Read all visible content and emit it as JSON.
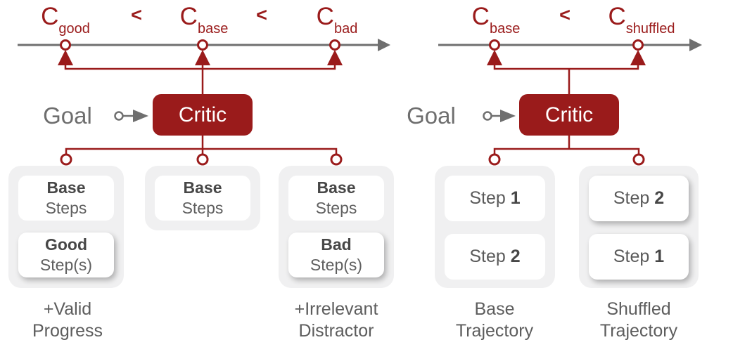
{
  "colors": {
    "accent_red": "#9a1b1b",
    "line_gray": "#6f6f6f",
    "goal_text_gray": "#6e6e6e",
    "caption_gray": "#5d5d5d",
    "box_text_bold": "#474747",
    "box_text_regular": "#5f5f5f",
    "container_fill": "#f0f0f1",
    "box_fill": "#ffffff",
    "critic_fill": "#9a1b1b",
    "critic_text": "#ffffff"
  },
  "left": {
    "inequality": {
      "terms": [
        {
          "symbol": "C",
          "subscript": "good"
        },
        {
          "symbol": "C",
          "subscript": "base"
        },
        {
          "symbol": "C",
          "subscript": "bad"
        }
      ],
      "operators": [
        "<",
        "<"
      ]
    },
    "goal": "Goal",
    "critic": "Critic",
    "trajectories": [
      {
        "caption": {
          "line1": "+Valid",
          "line2": "Progress"
        },
        "boxes": [
          {
            "line1": "Base",
            "line2": "Steps"
          },
          {
            "line1": "Good",
            "line2": "Step(s)"
          }
        ]
      },
      {
        "boxes": [
          {
            "line1": "Base",
            "line2": "Steps"
          }
        ]
      },
      {
        "caption": {
          "line1": "+Irrelevant",
          "line2": "Distractor"
        },
        "boxes": [
          {
            "line1": "Base",
            "line2": "Steps"
          },
          {
            "line1": "Bad",
            "line2": "Step(s)"
          }
        ]
      }
    ]
  },
  "right": {
    "inequality": {
      "terms": [
        {
          "symbol": "C",
          "subscript": "base"
        },
        {
          "symbol": "C",
          "subscript": "shuffled"
        }
      ],
      "operators": [
        "<"
      ]
    },
    "goal": "Goal",
    "critic": "Critic",
    "trajectories": [
      {
        "caption": {
          "line1": "Base",
          "line2": "Trajectory"
        },
        "steps": [
          {
            "label": "Step",
            "number": "1"
          },
          {
            "label": "Step",
            "number": "2"
          }
        ]
      },
      {
        "caption": {
          "line1": "Shuffled",
          "line2": "Trajectory"
        },
        "steps": [
          {
            "label": "Step",
            "number": "2"
          },
          {
            "label": "Step",
            "number": "1"
          }
        ]
      }
    ]
  }
}
